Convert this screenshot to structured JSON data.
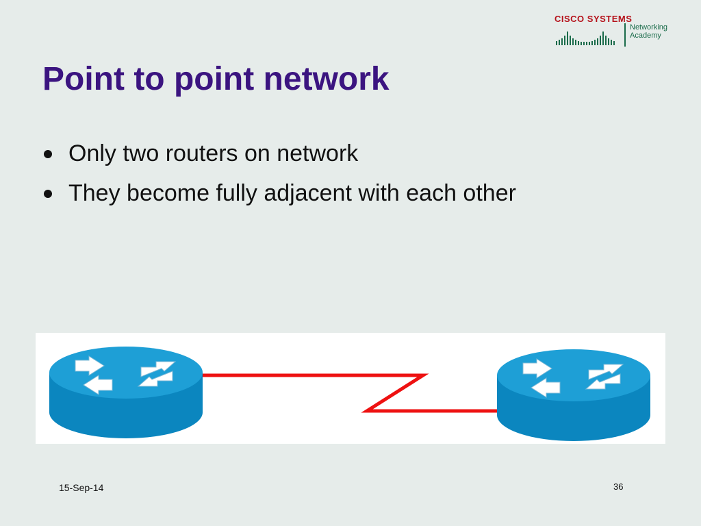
{
  "logo": {
    "brand": "Cisco Systems",
    "academy_line1": "Networking",
    "academy_line2": "Academy"
  },
  "title": "Point to point network",
  "bullets": [
    "Only two routers on network",
    "They become fully adjacent with each other"
  ],
  "diagram": {
    "nodes": [
      {
        "id": "router-left",
        "icon": "router-icon"
      },
      {
        "id": "router-right",
        "icon": "router-icon"
      }
    ],
    "link": {
      "from": "router-left",
      "to": "router-right",
      "style": "serial-zigzag",
      "color": "#ee1111"
    },
    "router_colors": {
      "top": "#1e9fd6",
      "side": "#0b86bf",
      "arrows": "#ffffff"
    }
  },
  "footer": {
    "date": "15-Sep-14",
    "page": "36"
  },
  "colors": {
    "background": "#e6ecea",
    "title": "#3b1480",
    "cisco_red": "#b5121b",
    "academy_green": "#1a6b4a"
  }
}
